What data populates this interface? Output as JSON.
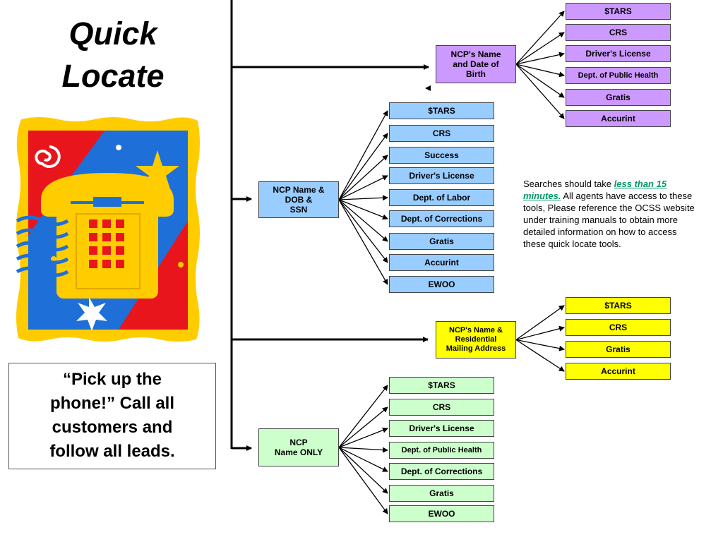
{
  "title": {
    "line1": "Quick",
    "line2": "Locate"
  },
  "quote": {
    "line1": "“Pick up the",
    "line2": "phone!” Call all",
    "line3": "customers and",
    "line4": "follow all leads."
  },
  "note": {
    "text1": "Searches should take ",
    "emphasis": "less than 15 minutes.",
    "text2": "  All agents have access to these tools,  Please reference the OCSS website under training manuals to obtain more detailed information on how to access these quick locate tools."
  },
  "colors": {
    "purple": "#cc99ff",
    "blue": "#99ccff",
    "yellow": "#ffff00",
    "green": "#ccffcc"
  },
  "icons": {
    "clipart": "telephone-clipart"
  },
  "groups": {
    "name_dob": {
      "label": [
        "NCP's Name",
        "and Date of",
        "Birth"
      ],
      "tools": [
        "$TARS",
        "CRS",
        "Driver's License",
        "Dept. of Public Health",
        "Gratis",
        "Accurint"
      ]
    },
    "dob_ssn": {
      "label": [
        "NCP Name &",
        "DOB &",
        "SSN"
      ],
      "tools": [
        "$TARS",
        "CRS",
        "Success",
        "Driver's License",
        "Dept. of Labor",
        "Dept. of Corrections",
        "Gratis",
        "Accurint",
        "EWOO"
      ]
    },
    "residential": {
      "label": [
        "NCP's Name &",
        "Residential",
        "Mailing Address"
      ],
      "tools": [
        "$TARS",
        "CRS",
        "Gratis",
        "Accurint"
      ]
    },
    "name_only": {
      "label": [
        "NCP",
        "Name ONLY"
      ],
      "tools": [
        "$TARS",
        "CRS",
        "Driver's License",
        "Dept. of Public Health",
        "Dept. of Corrections",
        "Gratis",
        "EWOO"
      ]
    }
  }
}
